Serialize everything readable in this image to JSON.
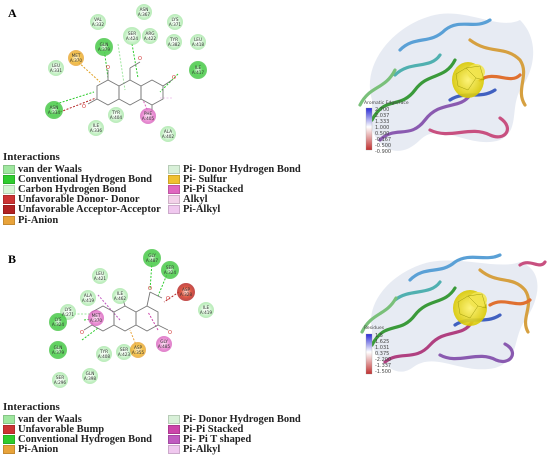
{
  "panels": [
    {
      "letter": "A",
      "residues": [
        {
          "name": "VAL",
          "num": "A:332"
        },
        {
          "name": "ASN",
          "num": "A:367"
        },
        {
          "name": "LYS",
          "num": "A:371"
        },
        {
          "name": "ARG",
          "num": "A:422"
        },
        {
          "name": "THR",
          "num": "A:382"
        },
        {
          "name": "LEU",
          "num": "A:418"
        },
        {
          "name": "ILE",
          "num": "A:417"
        },
        {
          "name": "SER",
          "num": "A:424"
        },
        {
          "name": "GLN",
          "num": "A:379"
        },
        {
          "name": "MET",
          "num": "A:370"
        },
        {
          "name": "LEU",
          "num": "A:331"
        },
        {
          "name": "ASN",
          "num": "A:334"
        },
        {
          "name": "ILE",
          "num": "A:336"
        },
        {
          "name": "TYR",
          "num": "A:404"
        },
        {
          "name": "PHE",
          "num": "A:405"
        },
        {
          "name": "ALA",
          "num": "A:402"
        }
      ],
      "interactions_title": "Interactions",
      "legend_left": [
        {
          "label": "van der Waals",
          "color": "#9fe79f"
        },
        {
          "label": "Conventional Hydrogen Bond",
          "color": "#2ecc2e"
        },
        {
          "label": "Carbon Hydrogen Bond",
          "color": "#d6f5d6"
        },
        {
          "label": "Unfavorable Donor- Donor",
          "color": "#cc3333"
        },
        {
          "label": "Unfavorable Acceptor-Acceptor",
          "color": "#b22222"
        },
        {
          "label": "Pi-Anion",
          "color": "#e8a33a"
        }
      ],
      "legend_right": [
        {
          "label": "Pi- Donor Hydrogen Bond",
          "color": "#d8f0d8"
        },
        {
          "label": "Pi- Sulfur",
          "color": "#f0c030"
        },
        {
          "label": "Pi-Pi Stacked",
          "color": "#e066c0"
        },
        {
          "label": "Alkyl",
          "color": "#f3d2ea"
        },
        {
          "label": "Pi-Alkyl",
          "color": "#f0c8ef"
        }
      ],
      "colorbar_title": "Aromatic Edge/Face",
      "colorbar_ticks": [
        "2.700",
        "2.037",
        "1.333",
        "1.000",
        "0.500",
        "-0.167",
        "-0.500",
        "-0.900"
      ]
    },
    {
      "letter": "B",
      "residues": [
        {
          "name": "LEU",
          "num": "A:421"
        },
        {
          "name": "ILE",
          "num": "A:462"
        },
        {
          "name": "ALA",
          "num": "A:419"
        },
        {
          "name": "GLY",
          "num": "A:487"
        },
        {
          "name": "ASP",
          "num": "A:328"
        },
        {
          "name": "ILE",
          "num": "A:419"
        },
        {
          "name": "MET",
          "num": "A:370"
        },
        {
          "name": "SER",
          "num": "A:324"
        },
        {
          "name": "LYS",
          "num": "A:271"
        },
        {
          "name": "LYS",
          "num": "A:324"
        },
        {
          "name": "GLN",
          "num": "A:379"
        },
        {
          "name": "TYR",
          "num": "A:408"
        },
        {
          "name": "SER",
          "num": "A:423"
        },
        {
          "name": "ASP",
          "num": "A:355"
        },
        {
          "name": "GLY",
          "num": "A:485"
        },
        {
          "name": "GLN",
          "num": "A:398"
        },
        {
          "name": "SER",
          "num": "A:296"
        }
      ],
      "interactions_title": "Interactions",
      "legend_left": [
        {
          "label": "van der Waals",
          "color": "#9fe79f"
        },
        {
          "label": "Unfavorable Bump",
          "color": "#cc3333"
        },
        {
          "label": "Conventional Hydrogen Bond",
          "color": "#2ecc2e"
        },
        {
          "label": "Pi-Anion",
          "color": "#e8a33a"
        }
      ],
      "legend_right": [
        {
          "label": "Pi- Donor Hydrogen Bond",
          "color": "#d8f0d8"
        },
        {
          "label": "Pi-Pi Stacked",
          "color": "#cc44aa"
        },
        {
          "label": "Pi- Pi T shaped",
          "color": "#c05ac0"
        },
        {
          "label": "Pi-Alkyl",
          "color": "#f0c8ef"
        }
      ],
      "colorbar_title": "Residues",
      "colorbar_ticks": [
        "1.5",
        "1.625",
        "1.031",
        "0.375",
        "-2.200",
        "-1.337",
        "-1.500"
      ]
    }
  ]
}
